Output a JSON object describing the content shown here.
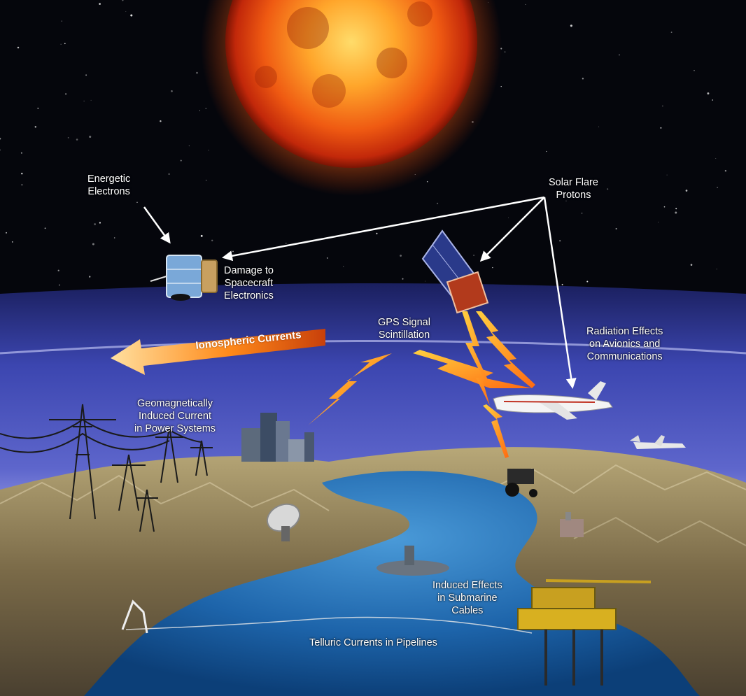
{
  "labels": {
    "energetic_electrons": [
      "Energetic",
      "Electrons"
    ],
    "solar_flare_protons": [
      "Solar Flare",
      "Protons"
    ],
    "spacecraft_damage": [
      "Damage to",
      "Spacecraft",
      "Electronics"
    ],
    "gps_scintillation": [
      "GPS Signal",
      "Scintillation"
    ],
    "radiation_effects": [
      "Radiation Effects",
      "on Avionics and",
      "Communications"
    ],
    "ionospheric_currents": "Ionospheric Currents",
    "gic_power": [
      "Geomagnetically",
      "Induced Current",
      "in Power Systems"
    ],
    "submarine_cables": [
      "Induced Effects",
      "in Submarine",
      "Cables"
    ],
    "telluric_pipelines": "Telluric Currents in Pipelines"
  },
  "colors": {
    "space": "#05060c",
    "sun_core": "#ffd35a",
    "sun_outer": "#c2280a",
    "atmosphere_band": "#4a52b8",
    "ocean": "#1a5ea8",
    "land": "#8a7a58",
    "arrow_orange": "#ff8a1a",
    "lightning": "#ffb020",
    "label_text": "#ffffff"
  }
}
